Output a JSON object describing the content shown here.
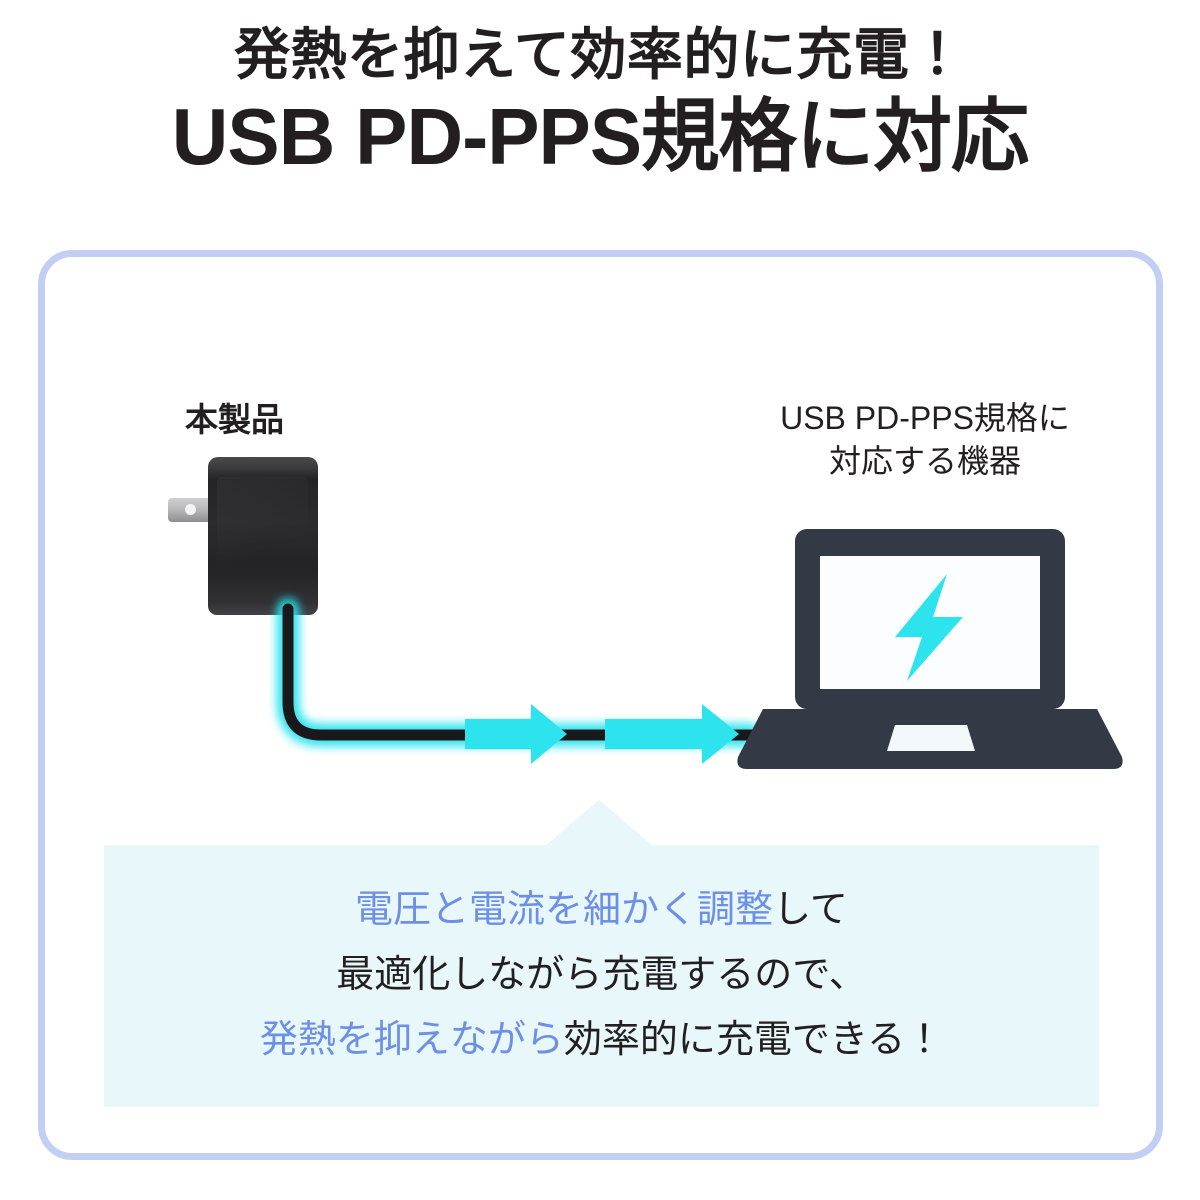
{
  "headline": {
    "sub": "発熱を抑えて効率的に充電！",
    "main": "USB PD-PPS規格に対応"
  },
  "diagram": {
    "product_label": "本製品",
    "device_label_line1": "USB PD-PPS規格に",
    "device_label_line2": "対応する機器",
    "charger_icon": "ac-adapter-icon",
    "laptop_icon": "laptop-icon",
    "bolt_icon": "lightning-bolt-icon",
    "flow_arrow_icon": "right-arrow-icon",
    "cable_icon": "charging-cable-icon"
  },
  "explanation": {
    "line1_highlight": "電圧と電流を細かく調整",
    "line1_rest": "して",
    "line2": "最適化しながら充電するので、",
    "line3_highlight": "発熱を抑えながら",
    "line3_rest": "効率的に充電できる！"
  },
  "colors": {
    "text_dark": "#231f20",
    "highlight_blue": "#6d8fe6",
    "panel_border": "#c3cef4",
    "box_background": "#e7f7fa",
    "cyan_accent": "#2ce3ee",
    "device_dark": "#343a45",
    "charger_black": "#26262a",
    "prong_silver": "#bcbcbf",
    "page_background": "#ffffff"
  }
}
